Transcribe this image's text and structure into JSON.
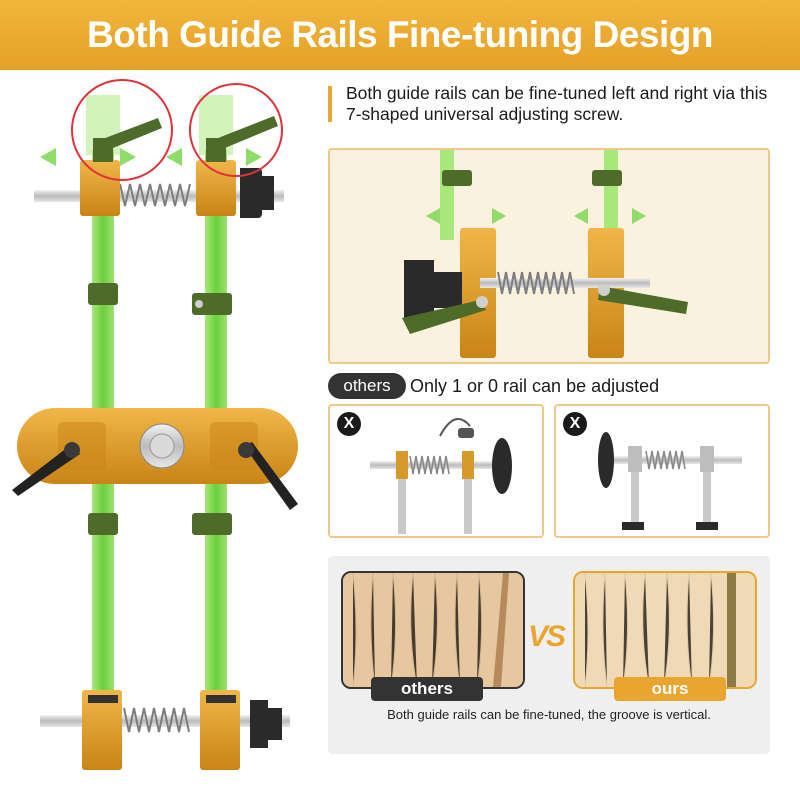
{
  "banner": {
    "title": "Both Guide Rails Fine-tuning Design",
    "color": "#e8a530"
  },
  "description": "Both guide rails can be fine-tuned left and right via this 7-shaped universal adjusting screw.",
  "others_section": {
    "badge": "others",
    "text": "Only 1 or 0 rail can be adjusted",
    "mark": "X"
  },
  "comparison": {
    "left_label": "others",
    "right_label": "ours",
    "vs_text": "VS",
    "caption": "Both guide rails can be fine-tuned, the groove is vertical."
  },
  "colors": {
    "accent": "#e8a530",
    "rail_green": "#7fd14a",
    "handle_green": "#4f6b2a",
    "dark": "#333333"
  }
}
